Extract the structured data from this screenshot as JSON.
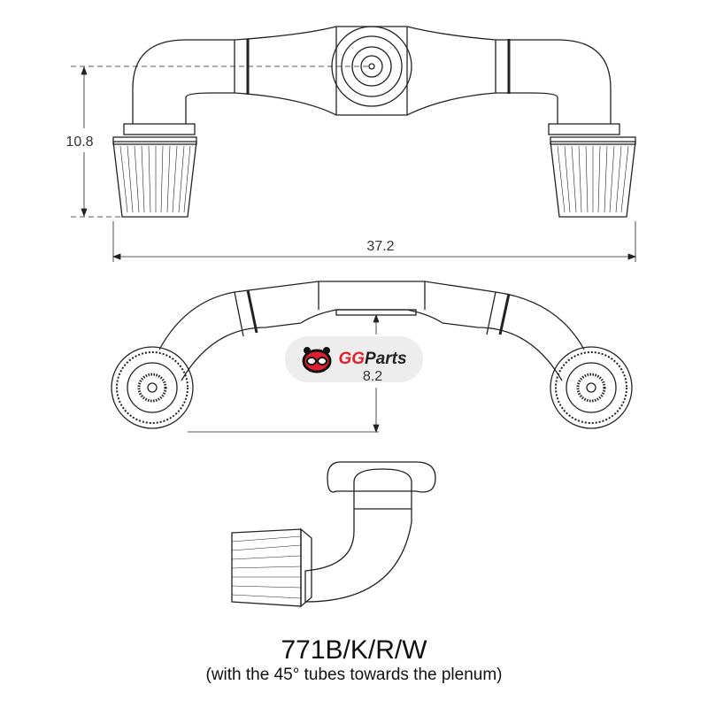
{
  "dimensions": {
    "height_top": "10.8",
    "width_top": "37.2",
    "height_side": "8.2"
  },
  "logo": {
    "brand_prefix": "GG",
    "brand_suffix": "Parts"
  },
  "caption": {
    "model": "771B/K/R/W",
    "note": "(with the 45° tubes towards the plenum)"
  },
  "colors": {
    "brand_red": "#e0202e",
    "line": "#222222"
  }
}
